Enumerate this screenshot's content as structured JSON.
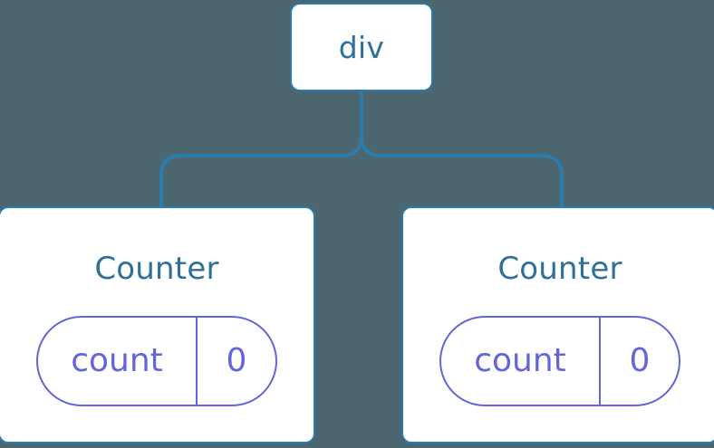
{
  "diagram": {
    "type": "component-tree",
    "background_color": "#4c6670",
    "node_border_color": "#2b7bab",
    "node_fill_color": "#ffffff",
    "connector_color": "#2b7bab",
    "label_color": "#2d7099",
    "state_color": "#6366d8",
    "root": {
      "label": "div"
    },
    "children": [
      {
        "title": "Counter",
        "state": {
          "key": "count",
          "value": "0"
        }
      },
      {
        "title": "Counter",
        "state": {
          "key": "count",
          "value": "0"
        }
      }
    ]
  }
}
